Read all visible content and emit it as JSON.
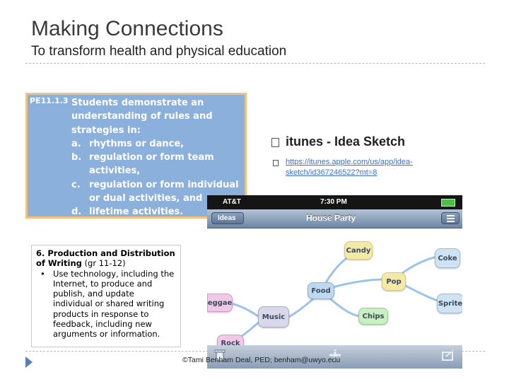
{
  "slide": {
    "title": "Making Connections",
    "subtitle": "To transform health and physical education",
    "footer": "©Tami Benham Deal, PED; benham@uwyo.edu"
  },
  "standard": {
    "code": "PE11.1.3",
    "intro": "Students demonstrate an understanding of rules and strategies in:",
    "items": [
      {
        "label": "a.",
        "text": "rhythms or dance,"
      },
      {
        "label": "b.",
        "text": "regulation or form team activities,"
      },
      {
        "label": "c.",
        "text": "regulation or form individual or dual activities, and"
      },
      {
        "label": "d.",
        "text": "lifetime activities."
      }
    ]
  },
  "writing": {
    "heading_bold": "6. Production and Distribution of Writing",
    "heading_rest": " (gr 11-12)",
    "bullet_glyph": "•",
    "bullet_text": "Use technology, including the Internet, to produce and publish, and update individual or shared writing products in response to feedback, including new arguments or information."
  },
  "bullets": {
    "main": "itunes - Idea Sketch",
    "link": "https://itunes.apple.com/us/app/idea-sketch/id367246522?mt=8"
  },
  "app": {
    "carrier": "AT&T",
    "time": "7:30 PM",
    "back_button": "Ideas",
    "nav_title": "House Party",
    "nodes": {
      "candy": "Candy",
      "coke": "Coke",
      "pop": "Pop",
      "food": "Food",
      "sprite": "Sprite",
      "reggae": "eggae",
      "music": "Music",
      "chips": "Chips",
      "rock": "Rock"
    },
    "colors": {
      "candy": "#f4e9a6",
      "coke": "#cfe3f3",
      "pop": "#f4e9a6",
      "food": "#bfd7ef",
      "sprite": "#cfe3f3",
      "reggae": "#f1c8e6",
      "music": "#d8d8ea",
      "chips": "#c9efc2",
      "rock": "#f1c8e6"
    }
  },
  "colors": {
    "standard_bg": "#8cb0dc",
    "standard_border": "#f2c27c",
    "link": "#3d6fc5",
    "accent_triangle": "#5a7fb0"
  }
}
